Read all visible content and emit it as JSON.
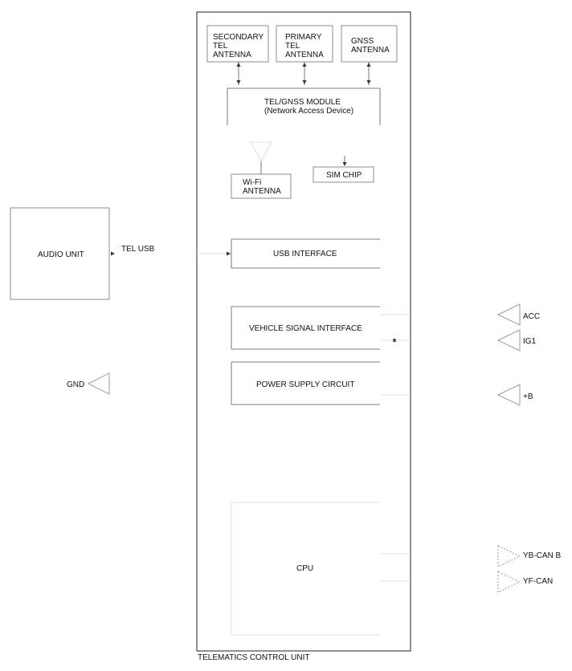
{
  "blocks": {
    "secondary_tel_antenna": [
      "SECONDARY",
      "TEL",
      "ANTENNA"
    ],
    "primary_tel_antenna": [
      "PRIMARY",
      "TEL",
      "ANTENNA"
    ],
    "gnss_antenna": [
      "GNSS",
      "ANTENNA"
    ],
    "tel_gnss_module": [
      "TEL/GNSS MODULE",
      "(Network Access Device)"
    ],
    "wifi_antenna": [
      "Wi-Fi",
      "ANTENNA"
    ],
    "sim_chip": "SIM CHIP",
    "usb_interface": "USB INTERFACE",
    "vehicle_signal_interface": "VEHICLE SIGNAL INTERFACE",
    "power_supply_circuit": "POWER SUPPLY CIRCUIT",
    "cpu": "CPU",
    "audio_unit": "AUDIO UNIT",
    "telematics_control_unit": "TELEMATICS CONTROL UNIT"
  },
  "signals": {
    "tel_usb": "TEL USB"
  },
  "terminals": {
    "gnd": "GND",
    "acc": "ACC",
    "ig1": "IG1",
    "plus_b": "+B",
    "yb_can_b": "YB-CAN B",
    "yf_can": "YF-CAN"
  }
}
